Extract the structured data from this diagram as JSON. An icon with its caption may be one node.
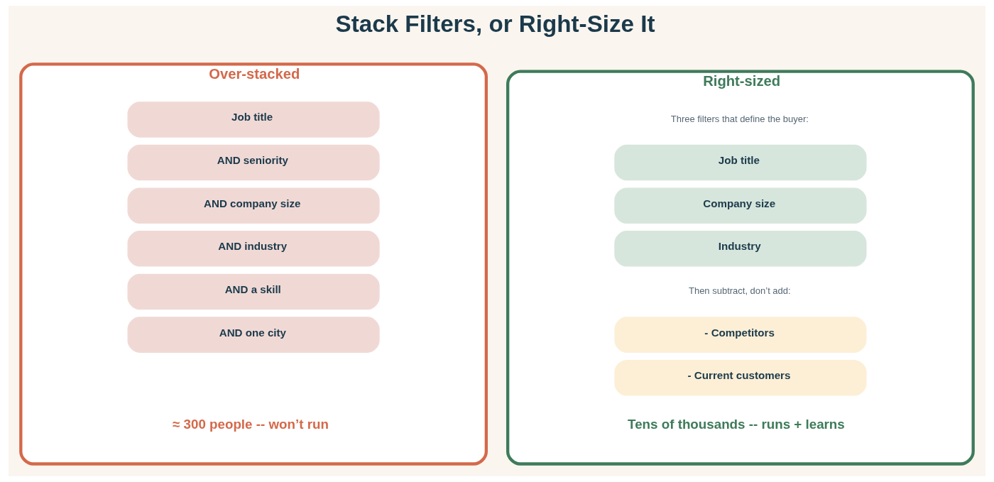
{
  "diagram": {
    "title": "Stack Filters, or Right-Size It",
    "nodes": [
      {
        "text": [
          "Over-stacked",
          "≈ 300 people -- won’t run"
        ]
      },
      {
        "text": [
          "Job title"
        ],
        "in": 0
      },
      {
        "text": [
          "AND seniority"
        ],
        "in": 0
      },
      {
        "text": [
          "AND company size"
        ],
        "in": 0
      },
      {
        "text": [
          "AND industry"
        ],
        "in": 0
      },
      {
        "text": [
          "AND a skill"
        ],
        "in": 0
      },
      {
        "text": [
          "AND one city"
        ],
        "in": 0
      },
      {
        "text": [
          "Right-sized",
          "Three filters that define the buyer:",
          "Then subtract, don’t add:",
          "Tens of thousands -- runs + learns"
        ]
      },
      {
        "text": [
          "Job title"
        ],
        "in": 7
      },
      {
        "text": [
          "Company size"
        ],
        "in": 7
      },
      {
        "text": [
          "Industry"
        ],
        "in": 7
      },
      {
        "text": [
          "- Competitors"
        ],
        "in": 7
      },
      {
        "text": [
          "- Current customers"
        ],
        "in": 7
      }
    ]
  }
}
